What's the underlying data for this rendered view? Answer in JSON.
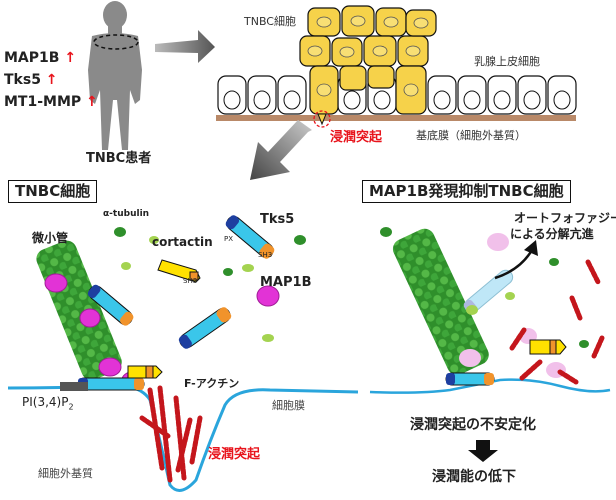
{
  "patient": {
    "markers": [
      {
        "name": "MAP1B",
        "trend": "up"
      },
      {
        "name": "Tks5",
        "trend": "up"
      },
      {
        "name": "MT1-MMP",
        "trend": "up"
      }
    ],
    "caption": "TNBC患者"
  },
  "tissue": {
    "tnbc_cell_label": "TNBC細胞",
    "epithelial_label": "乳腺上皮細胞",
    "basement_membrane_label": "基底膜（細胞外基質）",
    "invadopodia_label": "浸潤突起"
  },
  "left_panel": {
    "title": "TNBC細胞",
    "microtubule_label": "微小管",
    "alpha_tubulin_label": "α-tubulin",
    "cortactin_label": "cortactin",
    "sh3_label": "SH3",
    "tks5_label": "Tks5",
    "px_label": "PX",
    "tks5_sh3_label": "SH3",
    "map1b_label": "MAP1B",
    "pi_label_main": "PI(3,4)P",
    "pi_label_sub": "2",
    "f_actin_label": "F-アクチン",
    "membrane_label": "細胞膜",
    "ecm_label": "細胞外基質",
    "invadopodia_label": "浸潤突起"
  },
  "right_panel": {
    "title": "MAP1B発現抑制TNBC細胞",
    "autophagy_line1": "オートフォファジー",
    "autophagy_line2": "による分解亢進",
    "result_line1": "浸潤突起の不安定化",
    "result_line2": "浸潤能の低下"
  },
  "colors": {
    "accent_red": "#e8141c",
    "map1b_magenta": "#e233d6",
    "membrane_blue": "#2aa5dc",
    "cell_yellow": "#f6d24a",
    "microtubule_green": "#36a92f",
    "basement_brown": "#b98968",
    "factin_red": "#c4161c"
  }
}
